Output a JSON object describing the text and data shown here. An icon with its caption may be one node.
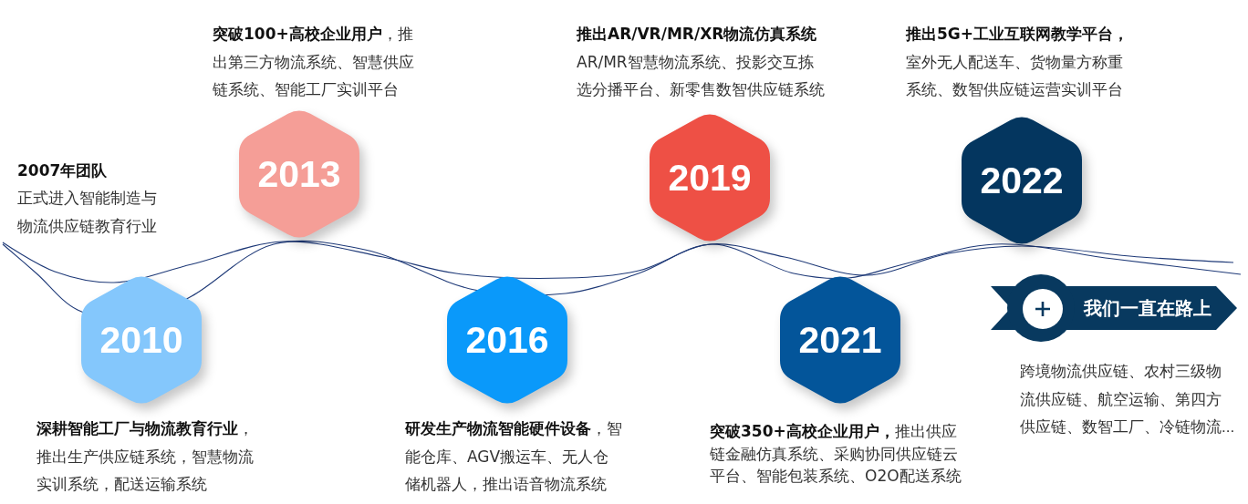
{
  "diagram": {
    "nodes": [
      {
        "text": [
          "2010"
        ],
        "beside": [
          "**深耕智能工厂与物流教育行业**，推出生产供应链系统，智慧物流实训系统，配送运输系统"
        ]
      },
      {
        "text": [
          "2013"
        ],
        "beside": [
          "**突破100+高校企业用户**，推出第三方物流系统、智慧供应链系统、智能工厂实训平台"
        ]
      },
      {
        "text": [
          "2016"
        ],
        "beside": [
          "**研发生产物流智能硬件设备**，智能仓库、AGV搬运车、无人仓储机器人，推出语音物流系统"
        ]
      },
      {
        "text": [
          "2019"
        ],
        "beside": [
          "推出AR/VR/MR/XR物流仿真系统",
          "AR/MR智慧物流系统、投影交互拣选分播平台、新零售数智供应链系统"
        ]
      },
      {
        "text": [
          "2021"
        ],
        "beside": [
          "**突破350+高校企业用户，**推出供应链金融仿真系统、采购协同供应链云平台、智能包装系统、O2O配送系统"
        ]
      },
      {
        "text": [
          "2022"
        ],
        "beside": [
          "推出5G+工业互联网教学平台，",
          "室外无人配送车、货物量方称重系统、数智供应链运营实训平台"
        ]
      },
      {
        "text": [
          "我们一直在路上"
        ],
        "beside": [
          "跨境物流供应链、农村三级物流供应链、航空运输、第四方供应链、数智工厂、冷链物流..."
        ]
      }
    ],
    "labels": [
      "2007年团队",
      "正式进入智能制造与物流供应链教育行业"
    ]
  }
}
